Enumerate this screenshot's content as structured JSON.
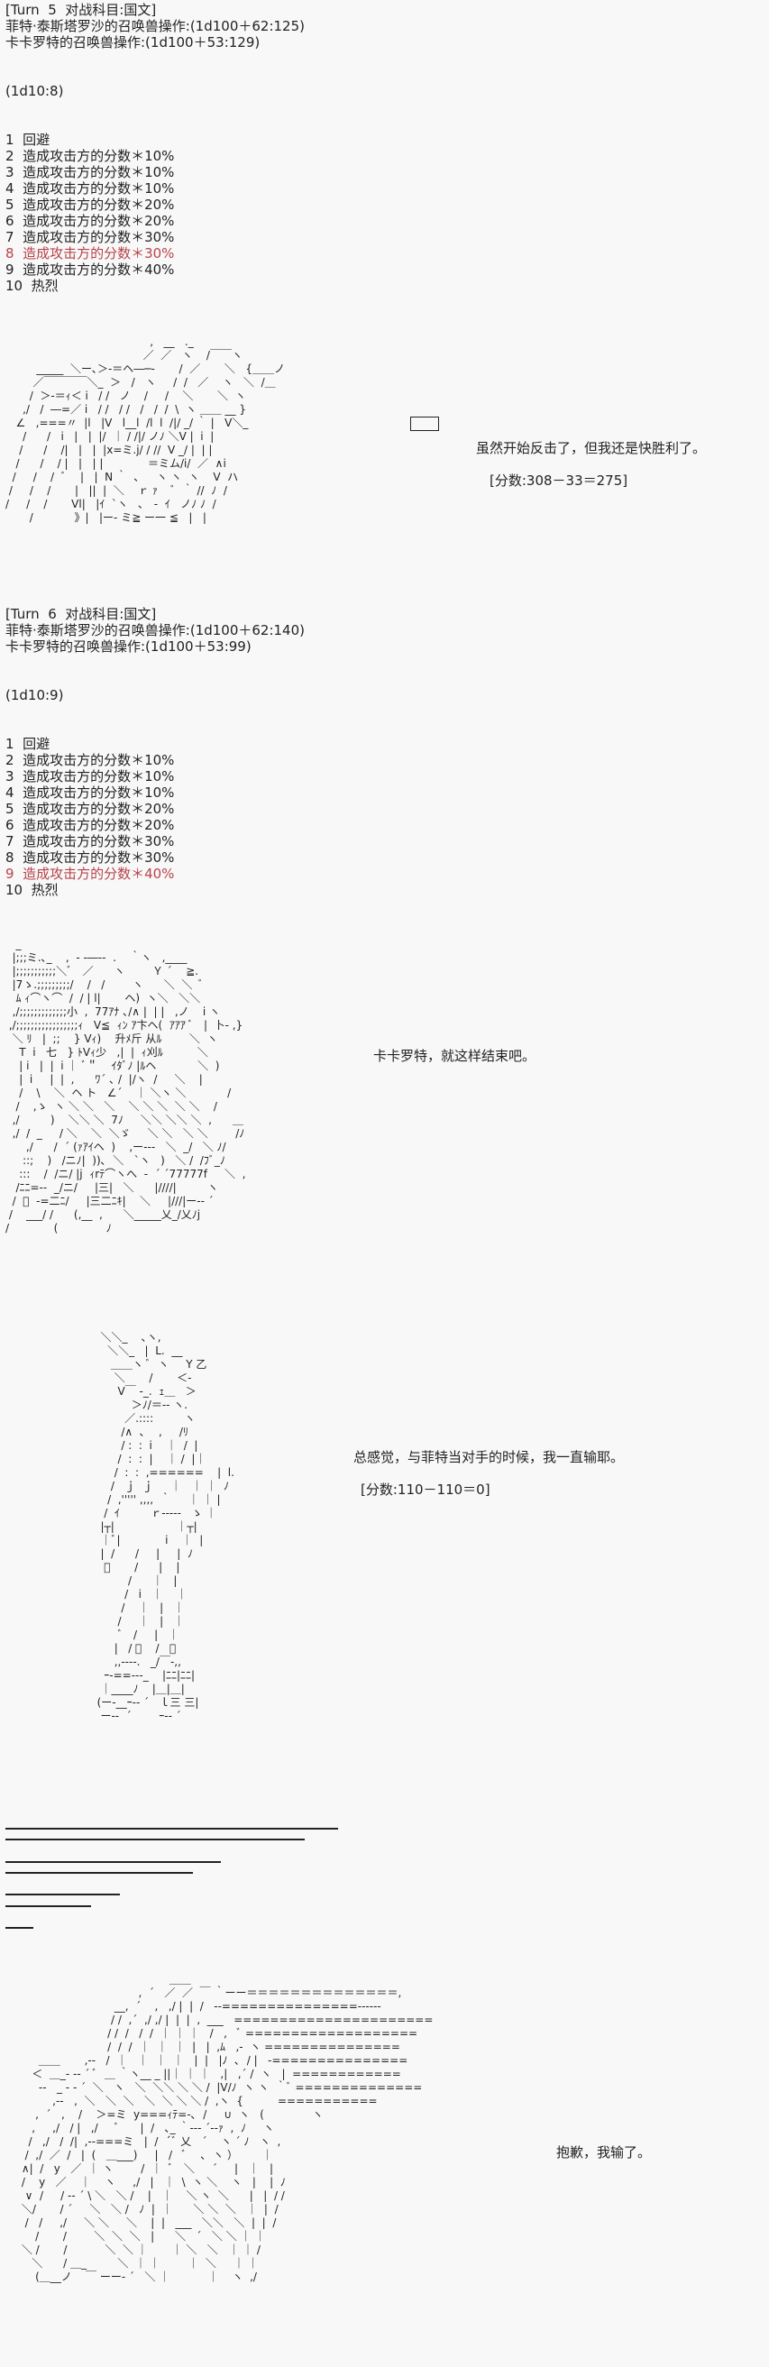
{
  "turn5": {
    "header": "[Turn  5  对战科目:国文]",
    "roll_a": "菲特·泰斯塔罗沙的召唤兽操作:(1d100＋62:125)",
    "roll_b": "卡卡罗特的召唤兽操作:(1d100＋53:129)",
    "dice": "(1d10:8)",
    "options": [
      "1  回避",
      "2  造成攻击方的分数＊10%",
      "3  造成攻击方的分数＊10%",
      "4  造成攻击方的分数＊10%",
      "5  造成攻击方的分数＊20%",
      "6  造成攻击方的分数＊20%",
      "7  造成攻击方的分数＊30%",
      "8  造成攻击方的分数＊30%",
      "9  造成攻击方的分数＊40%",
      "10  热烈"
    ],
    "selected_index": 7,
    "speech": "虽然开始反击了，但我还是快胜利了。",
    "score": "[分数:308－33＝275]"
  },
  "turn6": {
    "header": "[Turn  6  对战科目:国文]",
    "roll_a": "菲特·泰斯塔罗沙的召唤兽操作:(1d100＋62:140)",
    "roll_b": "卡卡罗特的召唤兽操作:(1d100＋53:99)",
    "dice": "(1d10:9)",
    "options": [
      "1  回避",
      "2  造成攻击方的分数＊10%",
      "3  造成攻击方的分数＊10%",
      "4  造成攻击方的分数＊10%",
      "5  造成攻击方的分数＊20%",
      "6  造成攻击方的分数＊20%",
      "7  造成攻击方的分数＊30%",
      "8  造成攻击方的分数＊30%",
      "9  造成攻击方的分数＊40%",
      "10  热烈"
    ],
    "selected_index": 8,
    "speech": "卡卡罗特，就这样结束吧。"
  },
  "scene3": {
    "speech": "总感觉，与菲特当对手的时候，我一直输耶。",
    "score": "[分数:110－110＝0]"
  },
  "scene4": {
    "speech": "抱歉，我输了。"
  },
  "colors": {
    "text": "#222222",
    "highlight": "#b8434b",
    "background": "#f8f8f8"
  }
}
